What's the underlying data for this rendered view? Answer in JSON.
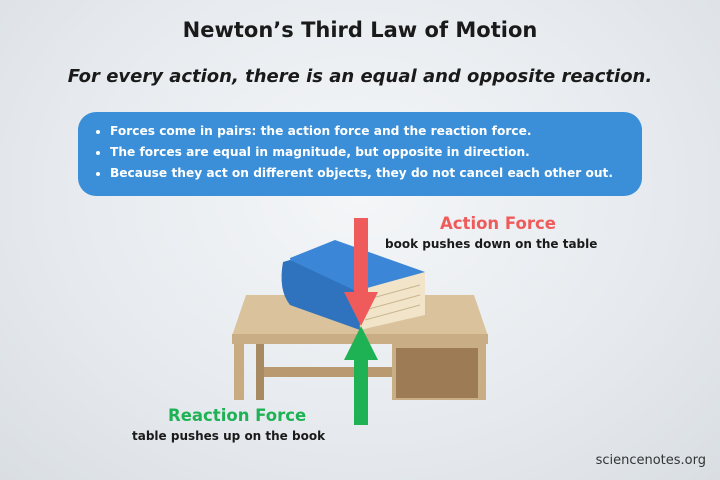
{
  "title": "Newton’s Third Law of Motion",
  "subtitle": "For every action, there is an equal and opposite reaction.",
  "bullets": [
    "Forces come in pairs: the action force and the reaction force.",
    "The forces are equal in magnitude, but opposite in direction.",
    "Because they act on different objects, they do not cancel each other out."
  ],
  "action": {
    "label": "Action Force",
    "description": "book pushes down on the table",
    "color": "#ef5b5b"
  },
  "reaction": {
    "label": "Reaction Force",
    "description": "table pushes up on the book",
    "color": "#1fb255"
  },
  "credit": "sciencenotes.org",
  "colors": {
    "box": "#3a8fd8",
    "book": "#3b86d6",
    "table": "#d8c09a"
  }
}
